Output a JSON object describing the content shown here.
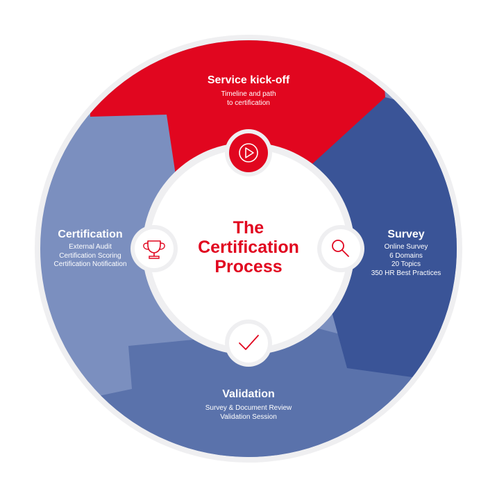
{
  "colors": {
    "brand_red": "#e1061f",
    "survey_blue": "#3a5497",
    "validation_blue": "#5a72ab",
    "certification_blue": "#7b8fbf",
    "ring_gray": "#efeff1",
    "white": "#ffffff"
  },
  "center": {
    "title_lines": [
      "The",
      "Certification",
      "Process"
    ]
  },
  "stages": [
    {
      "id": "kickoff",
      "title": "Service kick-off",
      "lines": [
        "Timeline and path",
        "to certification"
      ],
      "icon": "play-icon"
    },
    {
      "id": "survey",
      "title": "Survey",
      "lines": [
        "Online Survey",
        "6 Domains",
        "20 Topics",
        "350 HR Best Practices"
      ],
      "icon": "search-icon"
    },
    {
      "id": "validation",
      "title": "Validation",
      "lines": [
        "Survey & Document Review",
        "Validation Session"
      ],
      "icon": "checkmark-icon"
    },
    {
      "id": "certification",
      "title": "Certification",
      "lines": [
        "External Audit",
        "Certification Scoring",
        "Certification Notification"
      ],
      "icon": "trophy-icon"
    }
  ]
}
